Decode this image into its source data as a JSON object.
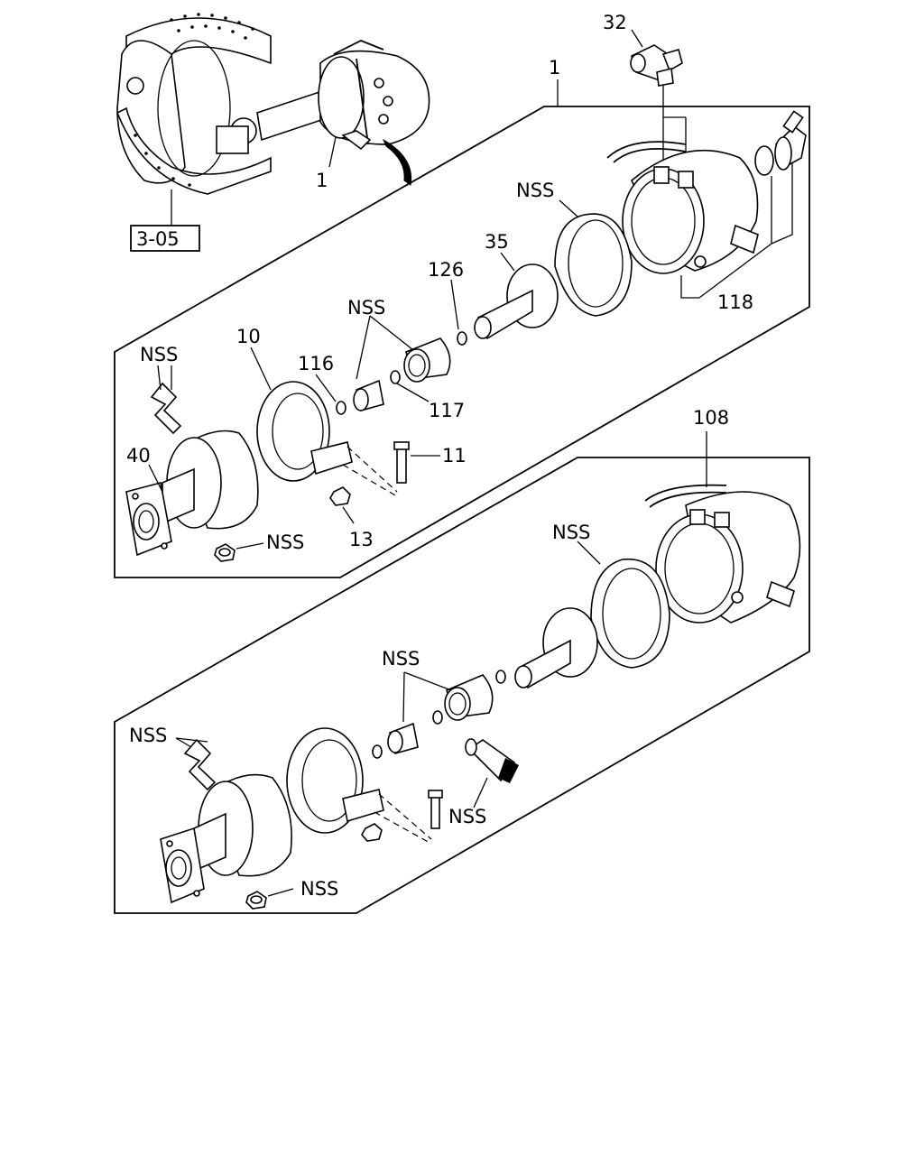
{
  "reference": "3-05",
  "assembly": {
    "title_number": "1",
    "alt_number": "108"
  },
  "callouts": {
    "c32": "32",
    "c1_top": "1",
    "c1_overview": "1",
    "c118": "118",
    "c35": "35",
    "c126": "126",
    "c10": "10",
    "c116": "116",
    "c117": "117",
    "c40": "40",
    "c11": "11",
    "c13": "13",
    "c108": "108",
    "nss_label": "NSS"
  }
}
